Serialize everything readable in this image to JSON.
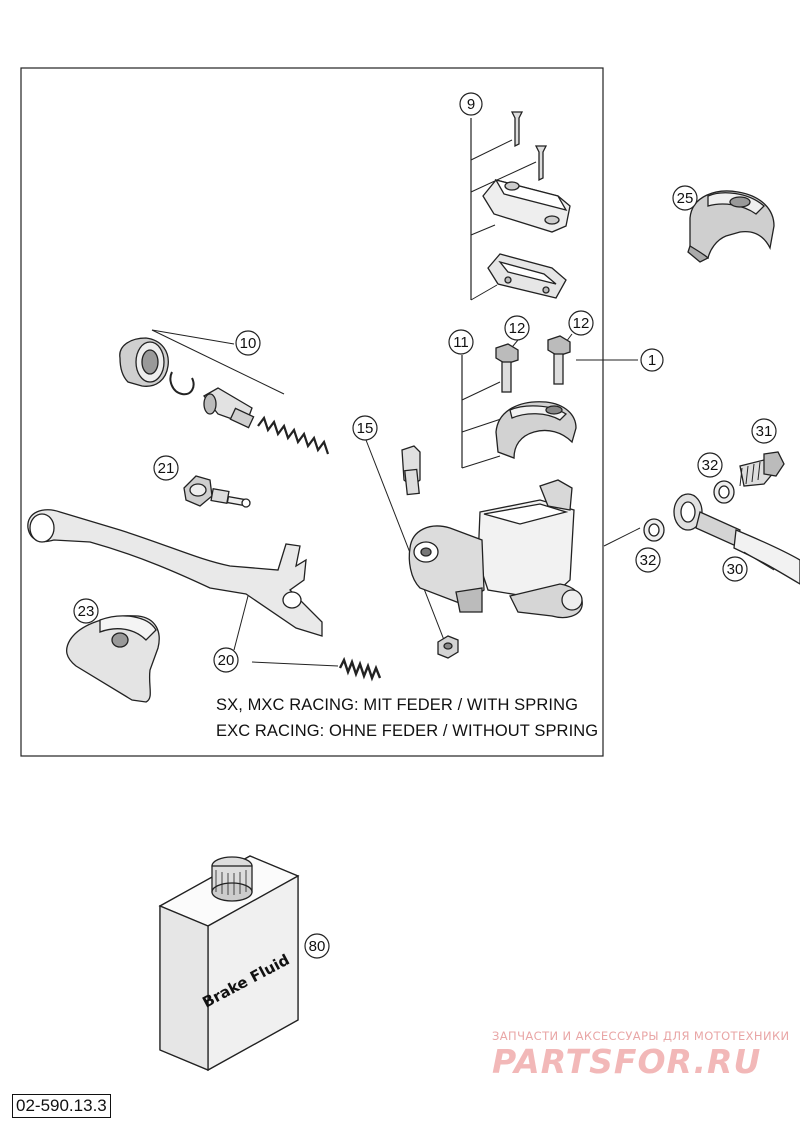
{
  "diagram": {
    "callouts": {
      "c1": "1",
      "c9": "9",
      "c10": "10",
      "c11": "11",
      "c12a": "12",
      "c12b": "12",
      "c15": "15",
      "c20": "20",
      "c21": "21",
      "c23": "23",
      "c25": "25",
      "c30": "30",
      "c31": "31",
      "c32a": "32",
      "c32b": "32",
      "c80": "80"
    },
    "note_line1": "SX, MXC RACING: MIT FEDER / WITH SPRING",
    "note_line2": "EXC RACING: OHNE FEDER / WITHOUT SPRING",
    "bottle_label": "Brake Fluid",
    "drawing_code": "02-590.13.3"
  },
  "watermark": {
    "caption": "ЗАПЧАСТИ И АКСЕССУАРЫ ДЛЯ МОТОТЕХНИКИ",
    "logo": "PARTSFOR.RU"
  }
}
